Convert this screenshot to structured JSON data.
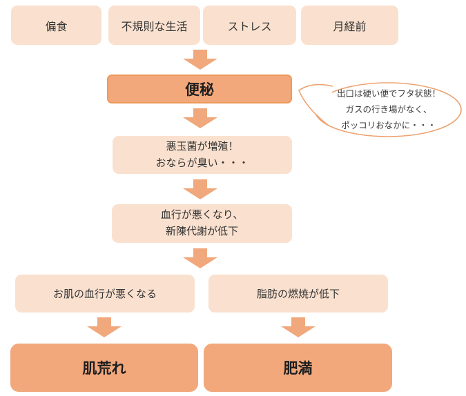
{
  "diagram": {
    "title_semantic": "constipation-causes-and-effects-flowchart",
    "causes": [
      {
        "label": "偏食"
      },
      {
        "label": "不規則な生活"
      },
      {
        "label": "ストレス"
      },
      {
        "label": "月経前"
      }
    ],
    "constipation": {
      "label": "便秘"
    },
    "bubble": {
      "line1": "出口は硬い便でフタ状態！",
      "line2": "ガスの行き場がなく、",
      "line3": "ポッコリおなかに・・・"
    },
    "bacteria": {
      "line1": "悪玉菌が増殖！",
      "line2": "おならが臭い・・・"
    },
    "circulation": {
      "line1": "血行が悪くなり、",
      "line2": "新陳代謝が低下"
    },
    "branches": {
      "skin": {
        "label": "お肌の血行が悪くなる"
      },
      "fat": {
        "label": "脂肪の燃焼が低下"
      }
    },
    "results": {
      "skin": {
        "label": "肌荒れ"
      },
      "obesity": {
        "label": "肥満"
      }
    },
    "icons": {
      "down_arrow": "down-arrow-icon"
    },
    "colors": {
      "light_box_fill": "#fae1cf",
      "dark_box_fill": "#f2a87b",
      "constipation_border": "#ec9a5e",
      "arrow_fill": "#f0a87c",
      "bubble_border": "#eda26f",
      "background": "#ffffff",
      "text": "#333333"
    }
  }
}
